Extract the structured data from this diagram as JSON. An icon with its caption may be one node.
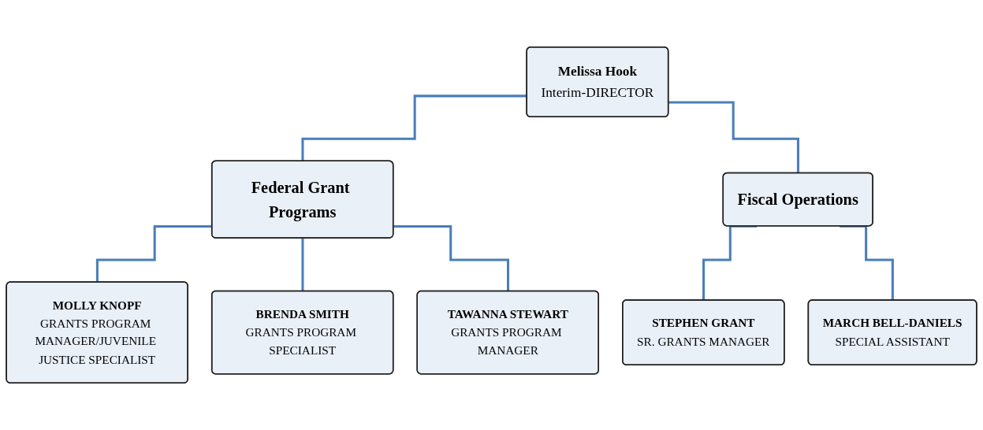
{
  "diagram": {
    "nodes": [
      {
        "text": [
          "Melissa Hook",
          "Interim-DIRECTOR"
        ]
      },
      {
        "text": [
          "Federal Grant Programs"
        ]
      },
      {
        "text": [
          "Fiscal Operations"
        ]
      },
      {
        "text": [
          "MOLLY KNOPF",
          "GRANTS PROGRAM MANAGER/JUVENILE JUSTICE SPECIALIST"
        ]
      },
      {
        "text": [
          "BRENDA SMITH",
          "GRANTS PROGRAM SPECIALIST"
        ]
      },
      {
        "text": [
          "TAWANNA STEWART",
          "GRANTS PROGRAM MANAGER"
        ]
      },
      {
        "text": [
          "STEPHEN GRANT",
          "SR. GRANTS MANAGER"
        ]
      },
      {
        "text": [
          "MARCH BELL-DANIELS",
          "SPECIAL ASSISTANT"
        ]
      }
    ],
    "edges": [
      {
        "from": 0,
        "to": 1,
        "arrow": "none"
      },
      {
        "from": 0,
        "to": 2,
        "arrow": "none"
      },
      {
        "from": 1,
        "to": 3,
        "arrow": "none"
      },
      {
        "from": 1,
        "to": 4,
        "arrow": "none"
      },
      {
        "from": 1,
        "to": 5,
        "arrow": "none"
      },
      {
        "from": 2,
        "to": 6,
        "arrow": "none"
      },
      {
        "from": 2,
        "to": 7,
        "arrow": "none"
      }
    ]
  }
}
